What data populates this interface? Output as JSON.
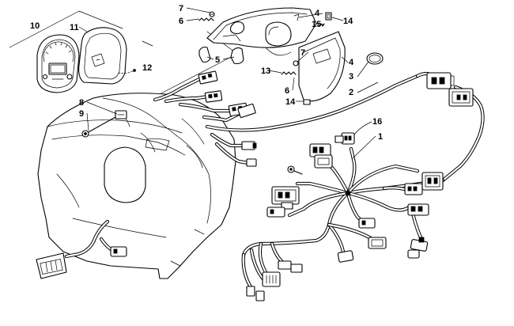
{
  "callouts": [
    {
      "id": "c1",
      "text": "1"
    },
    {
      "id": "c2",
      "text": "2"
    },
    {
      "id": "c3",
      "text": "3"
    },
    {
      "id": "c4a",
      "text": "4"
    },
    {
      "id": "c4b",
      "text": "4"
    },
    {
      "id": "c5",
      "text": "5"
    },
    {
      "id": "c6a",
      "text": "6"
    },
    {
      "id": "c6b",
      "text": "6"
    },
    {
      "id": "c7a",
      "text": "7"
    },
    {
      "id": "c7b",
      "text": "7"
    },
    {
      "id": "c8",
      "text": "8"
    },
    {
      "id": "c9",
      "text": "9"
    },
    {
      "id": "c10",
      "text": "10"
    },
    {
      "id": "c11",
      "text": "11"
    },
    {
      "id": "c12",
      "text": "12"
    },
    {
      "id": "c13",
      "text": "13"
    },
    {
      "id": "c14a",
      "text": "14"
    },
    {
      "id": "c14b",
      "text": "14"
    },
    {
      "id": "c15",
      "text": "15"
    },
    {
      "id": "c16",
      "text": "16"
    }
  ]
}
